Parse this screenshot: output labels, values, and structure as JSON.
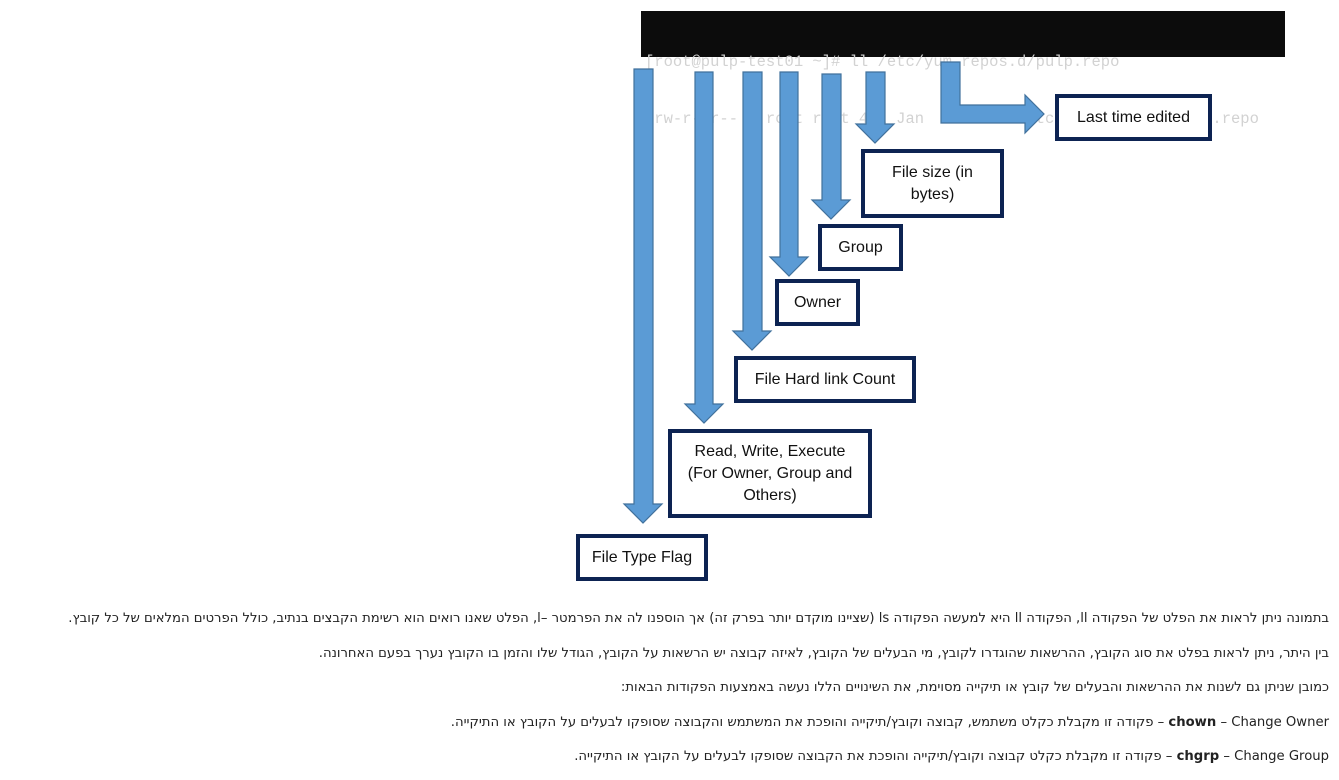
{
  "terminal": {
    "line1": "[root@pulp-test01 ~]# ll /etc/yum.repos.d/pulp.repo",
    "line2": "-rw-r--r-- 1 root root 432 Jan  5 10:44 /etc/yum.repos.d/pulp.repo"
  },
  "labels": {
    "last_edited": "Last time edited",
    "file_size_1": "File size (in",
    "file_size_2": "bytes)",
    "group": "Group",
    "owner": "Owner",
    "hard_link": "File Hard link Count",
    "rwx_1": "Read, Write, Execute",
    "rwx_2": "(For Owner, Group and",
    "rwx_3": "Others)",
    "file_type": "File Type Flag"
  },
  "colors": {
    "arrow_fill": "#5b9bd5",
    "arrow_stroke": "#41719c",
    "box_border": "#0d2352",
    "terminal_bg": "#0c0c0c"
  },
  "article": {
    "p1": "בתמונה ניתן לראות את הפלט של הפקודה ll, הפקודה ll היא למעשה הפקודה ls (שציינו מוקדם יותר בפרק זה) אך הוספנו לה את הפרמטר –l, הפלט שאנו רואים הוא רשימת הקבצים בנתיב, כולל הפרטים המלאים של כל קובץ.",
    "p2": "בין היתר, ניתן לראות בפלט את סוג הקובץ, ההרשאות שהוגדרו לקובץ, מי הבעלים של הקובץ, לאיזה קבוצה יש הרשאות על הקובץ, הגודל שלו והזמן בו הקובץ נערך בפעם האחרונה.",
    "p3": "כמובן שניתן גם לשנות את ההרשאות והבעלים של קובץ או תיקייה מסוימת, את השינויים הללו נעשה באמצעות הפקודות הבאות:",
    "p4_en": "Change Owner –",
    "p4_cmd": "chown",
    "p4_rest": " – פקודה זו מקבלת כקלט משתמש, קבוצה וקובץ/תיקייה והופכת את המשתמש והקבוצה שסופקו לבעלים על הקובץ או התיקייה.",
    "p5_en": "Change Group –",
    "p5_cmd": "chgrp",
    "p5_rest": " – פקודה זו מקבלת כקלט קבוצה וקובץ/תיקייה והופכת את הקבוצה שסופקו לבעלים על הקובץ או התיקייה."
  }
}
